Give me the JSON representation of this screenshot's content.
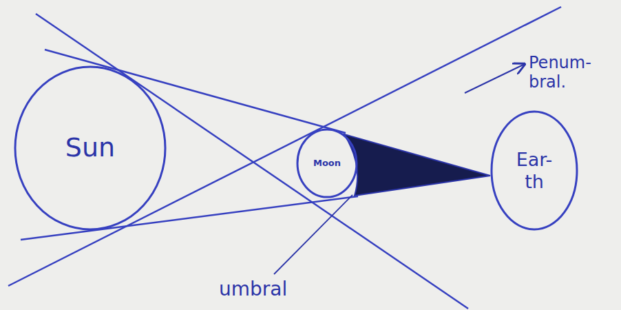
{
  "diagram": {
    "nodes": [
      {
        "text": [
          "Sun"
        ]
      },
      {
        "text": [
          "Moon"
        ]
      },
      {
        "text": [
          "Ear- th"
        ]
      }
    ],
    "labels": [
      "Penum- bral.",
      "umbral"
    ]
  }
}
